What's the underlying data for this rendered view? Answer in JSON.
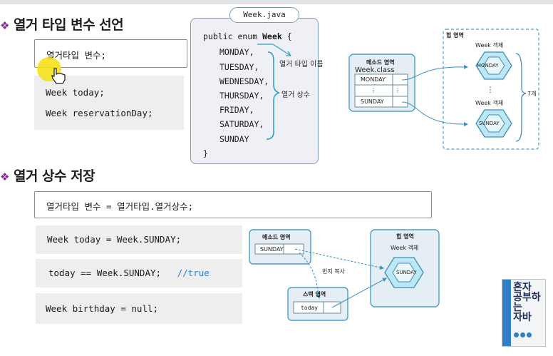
{
  "section1": {
    "heading": "열거 타입 변수 선언",
    "syntax": "열거타입 변수;",
    "code_lines": [
      "Week today;",
      "Week reservationDay;"
    ]
  },
  "java_file": {
    "tab_label": "Week.java",
    "decl_prefix": "public enum ",
    "decl_name": "Week",
    "decl_suffix": " {",
    "constants": [
      "MONDAY,",
      "TUESDAY,",
      "WEDNESDAY,",
      "THURSDAY,",
      "FRIDAY,",
      "SATURDAY,",
      "SUNDAY"
    ],
    "closing": "}",
    "label_type_name": "열거 타입 이름",
    "label_constants": "열거 상수"
  },
  "diagram1": {
    "method_area_title": "메소드 영역",
    "class_label": "Week.class",
    "rows": [
      "MONDAY",
      "⋮",
      "SUNDAY"
    ],
    "row_side": [
      "",
      "⋮",
      ""
    ],
    "heap_title": "힙 영역",
    "object_label_top": "Week 객체",
    "object_label_bottom": "Week 객체",
    "hex_top": "MONDAY",
    "hex_bottom": "SUNDAY",
    "dots": "⋮",
    "count_label": "7개"
  },
  "section2": {
    "heading": "열거 상수 저장",
    "syntax": "열거타입 변수 = 열거타입.열거상수;",
    "code1": "Week today = Week.SUNDAY;",
    "code2_main": "today == Week.SUNDAY;",
    "code2_comment": "//true",
    "code3": "Week birthday = null;"
  },
  "diagram2": {
    "method_area_title": "메소드 영역",
    "method_row": "SUNDAY",
    "copy_label": "번지 복사",
    "stack_title": "스택 영역",
    "stack_row": "today",
    "heap_title": "힙 영역",
    "object_label": "Week 객체",
    "hex_label": "SUNDAY"
  },
  "book": {
    "title_line1": "혼자",
    "title_line2": "공부하는",
    "title_line3": "자바"
  },
  "colors": {
    "accent_purple": "#7a2d8c",
    "diagram_blue": "#4a9fc4",
    "panel_fill": "#eef0f5",
    "comment_blue": "#2a7fd0",
    "highlight_yellow": "#f6e11a"
  }
}
